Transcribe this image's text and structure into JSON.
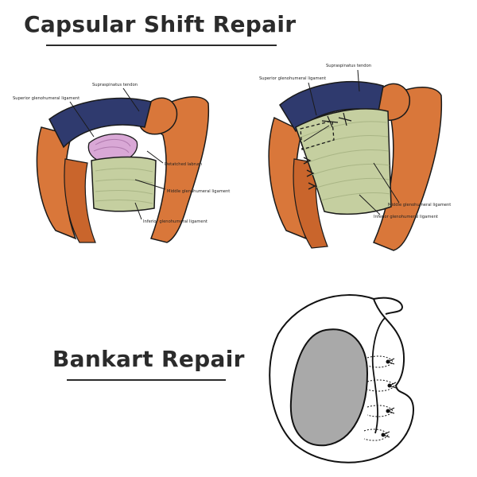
{
  "headings": {
    "capsular": "Capsular Shift Repair",
    "bankart": "Bankart Repair"
  },
  "left_figure_labels": {
    "supraspinatus": "Supraspinatus tendon",
    "superior": "Superior glenohumeral ligament",
    "labrum": "Detatched labrum",
    "middle": "Middle glenohumeral ligament",
    "inferior": "Inferior glenohumeral ligament"
  },
  "right_figure_labels": {
    "supraspinatus": "Supraspinatus tendon",
    "superior": "Superior glenohumeral ligament",
    "middle": "Middle glenohumeral ligament",
    "inferior": "Inferior glenohumeral ligament"
  },
  "colors": {
    "muscle": "#d9773a",
    "muscle_dark": "#b95a22",
    "tendon": "#2f3a6e",
    "capsule": "#c5cfa0",
    "capsule_line": "#a9b585",
    "labrum": "#d9a8d6",
    "bone": "#a9a9a9",
    "outline": "#1a1a1a"
  }
}
